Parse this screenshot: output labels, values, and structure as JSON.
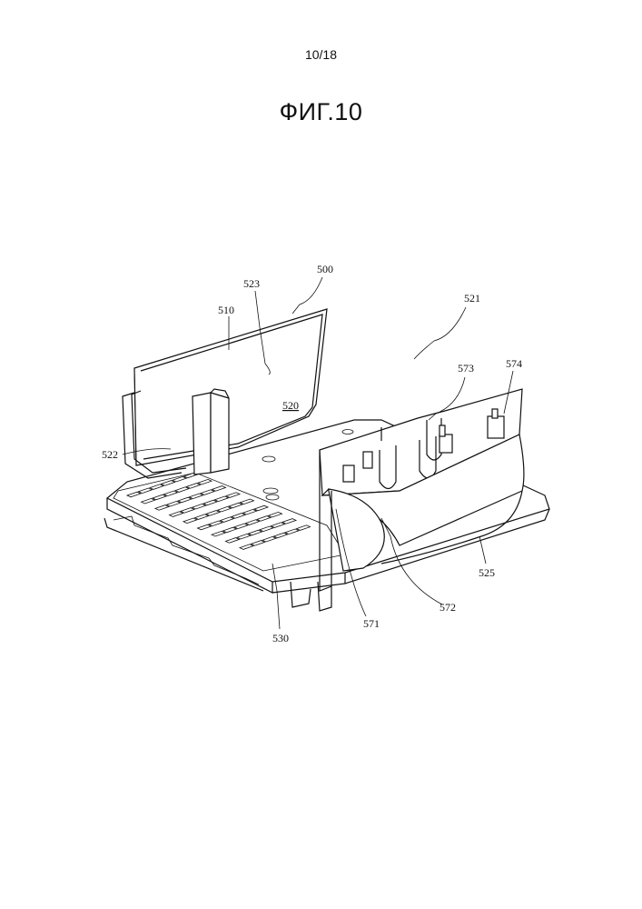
{
  "header": {
    "page_number": "10/18",
    "figure_title": "ФИГ.10"
  },
  "reference_numerals": {
    "r500": "500",
    "r523": "523",
    "r510": "510",
    "r521": "521",
    "r573": "573",
    "r574": "574",
    "r520": "520",
    "r522": "522",
    "r525": "525",
    "r572": "572",
    "r571": "571",
    "r530": "530"
  }
}
